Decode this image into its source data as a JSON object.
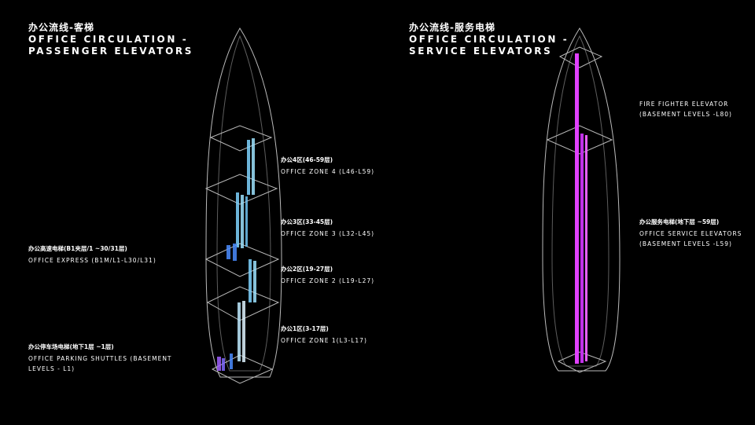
{
  "left": {
    "title_cn": "办公流线-客梯",
    "title_en": "OFFICE CIRCULATION -\nPASSENGER ELEVATORS",
    "labels": [
      {
        "cn": "办公4区(46-59层)",
        "en": "OFFICE ZONE 4 (L46-L59)"
      },
      {
        "cn": "办公3区(33-45层)",
        "en": "OFFICE ZONE 3 (L32-L45)"
      },
      {
        "cn": "办公2区(19-27层)",
        "en": "OFFICE ZONE 2 (L19-L27)"
      },
      {
        "cn": "办公1区(3-17层)",
        "en": "OFFICE ZONE 1(L3-L17)"
      },
      {
        "cn": "办公高速电梯(B1夹层/1 ~30/31层)",
        "en": "OFFICE EXPRESS (B1M/L1-L30/L31)"
      },
      {
        "cn": "办公停车场电梯(地下1层 ~1层)",
        "en": "OFFICE PARKING SHUTTLES (BASEMENT\nLEVELS - L1)"
      }
    ]
  },
  "right": {
    "title_cn": "办公流线-服务电梯",
    "title_en": "OFFICE CIRCULATION -\nSERVICE ELEVATORS",
    "labels": [
      {
        "cn": "",
        "en": "FIRE FIGHTER ELEVATOR\n(BASEMENT LEVELS -L80)"
      },
      {
        "cn": "办公服务电梯(地下层 ~59层)",
        "en": "OFFICE SERVICE ELEVATORS\n(BASEMENT LEVELS -L59)"
      }
    ]
  },
  "colors": {
    "passenger": "#7fd4ff",
    "express": "#4a8cff",
    "service": "#e040ff",
    "outline": "#d8d8d8"
  }
}
